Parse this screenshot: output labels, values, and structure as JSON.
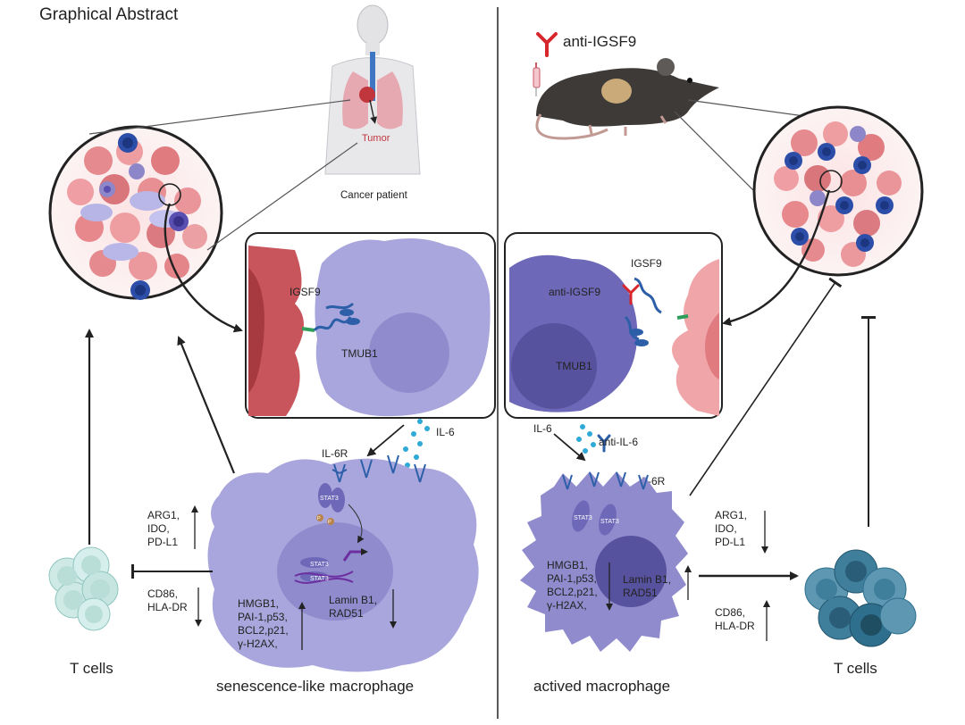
{
  "header": {
    "title": "Graphical Abstract"
  },
  "left": {
    "patient_label": "Cancer patient",
    "tumor_label": "Tumor",
    "igsf9": "IGSF9",
    "tmub1": "TMUB1",
    "il6": "IL-6",
    "il6r": "IL-6R",
    "stat3": "STAT3",
    "p": "P",
    "markers_top": [
      "ARG1,",
      "IDO,",
      "PD-L1"
    ],
    "markers_bottom": [
      "CD86,",
      "HLA-DR"
    ],
    "sen_markers": [
      "HMGB1,",
      "PAI-1,p53,",
      "BCL2,p21,",
      "γ-H2AX,"
    ],
    "lamin": [
      "Lamin B1,",
      "RAD51"
    ],
    "tcell_label": "T cells",
    "macrophage_label": "senescence-like macrophage"
  },
  "right": {
    "drug_label": "anti-IGSF9",
    "igsf9": "IGSF9",
    "anti_igsf9": "anti-IGSF9",
    "tmub1": "TMUB1",
    "il6": "IL-6",
    "anti_il6": "anti-IL-6",
    "il6r": "IL-6R",
    "stat3": "STAT3",
    "markers_top": [
      "ARG1,",
      "IDO,",
      "PD-L1"
    ],
    "markers_bottom": [
      "CD86,",
      "HLA-DR"
    ],
    "sen_markers": [
      "HMGB1,",
      "PAI-1,p53,",
      "BCL2,p21,",
      "γ-H2AX,"
    ],
    "lamin": [
      "Lamin B1,",
      "RAD51"
    ],
    "tcell_label": "T cells",
    "macrophage_label": "actived macrophage"
  },
  "colors": {
    "tumor_pink": "#e58a8e",
    "macrophage_lilac": "#a8a6dc",
    "macrophage_dark": "#6d68b8",
    "tcell_light": "#bfe3de",
    "tcell_dark": "#2f6f8e",
    "antibody_red": "#d7262c",
    "receptor_blue": "#2c5fa8"
  }
}
